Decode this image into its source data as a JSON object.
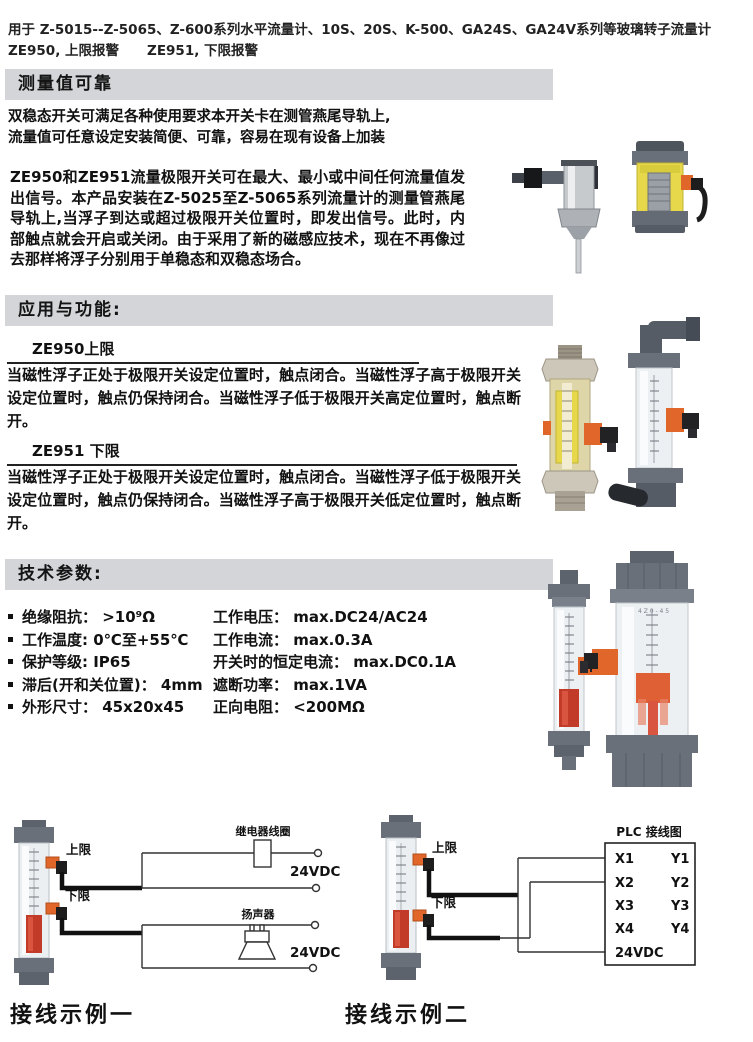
{
  "intro": {
    "line1": "用于 Z-5015--Z-5065、Z-600系列水平流量计、10S、20S、K-500、GA24S、GA24V系列等玻璃转子流量计",
    "line2a": "ZE950, 上限报警",
    "line2b": "ZE951, 下限报警"
  },
  "reliability": {
    "title": "测量值可靠",
    "para_bold": [
      "双稳态开关可满足各种使用要求本开关卡在测管燕尾导轨上,",
      "流量值可任意设定安装简便、可靠，容易在现有设备上加装"
    ],
    "para": "ZE950和ZE951流量极限开关可在最大、最小或中间任何流量值发出信号。本产品安装在Z-5025至Z-5065系列流量计的测量管燕尾导轨上,当浮子到达或超过极限开关位置时，即发出信号。此时，内部触点就会开启或关闭。由于采用了新的磁感应技术，现在不再像过去那样将浮子分别用于单稳态和双稳态场合。"
  },
  "application": {
    "title": "应用与功能:",
    "ze950_heading": "ZE950上限",
    "ze950_body": "当磁性浮子正处于极限开关设定位置时，触点闭合。当磁性浮子高于极限开关设定位置时，触点仍保持闭合。当磁性浮子低于极限开关高定位置时，触点断开。",
    "ze951_heading": "ZE951 下限",
    "ze951_body": "当磁性浮子正处于极限开关设定位置时，触点闭合。当磁性浮子低于极限开关设定位置时，触点仍保持闭合。当磁性浮子高于极限开关低定位置时，触点断开。"
  },
  "specs": {
    "title": "技术参数:",
    "left": [
      "绝缘阻抗： >10⁹Ω",
      "工作温度: 0℃至+55℃",
      "保护等级: IP65",
      "滞后(开和关位置)： 4mm",
      "外形尺寸： 45x20x45"
    ],
    "right": [
      "工作电压： max.DC24/AC24",
      "工作电流： max.0.3A",
      "开关时的恒定电流： max.DC0.1A",
      "遮断功率： max.1VA",
      "正向电阻： <200MΩ"
    ]
  },
  "wiring1": {
    "caption": "接线示例一",
    "upper_label": "上限",
    "lower_label": "下限",
    "relay_label": "继电器线圈",
    "relay_voltage": "24VDC",
    "speaker_label": "扬声器",
    "speaker_voltage": "24VDC"
  },
  "wiring2": {
    "caption": "接线示例二",
    "upper_label": "上限",
    "lower_label": "下限",
    "plc_title": "PLC 接线图",
    "inputs": [
      "X1",
      "X2",
      "X3",
      "X4"
    ],
    "outputs": [
      "Y1",
      "Y2",
      "Y3",
      "Y4"
    ],
    "power": "24VDC"
  }
}
